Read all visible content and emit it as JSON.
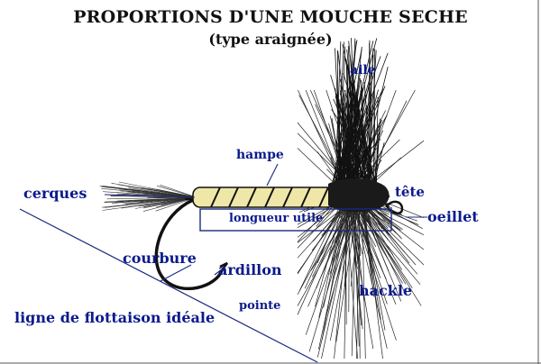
{
  "title": "PROPORTIONS D'UNE MOUCHE SECHE",
  "subtitle": "(type araignée)",
  "labels": {
    "aile": "aile",
    "hampe": "hampe",
    "cerques": "cerques",
    "tete": "tête",
    "longueur_utile": "longueur utile",
    "oeillet": "oeillet",
    "courbure": "courbure",
    "ardillon": "ardillon",
    "pointe": "pointe",
    "hackle": "hackle",
    "ligne_flottaison": "ligne de flottaison idéale"
  },
  "colors": {
    "label": "#0b1a8c",
    "title": "#111111",
    "body_wrap": "#efe7a8",
    "fibers": "#222222",
    "lines": "#1a2a80"
  }
}
